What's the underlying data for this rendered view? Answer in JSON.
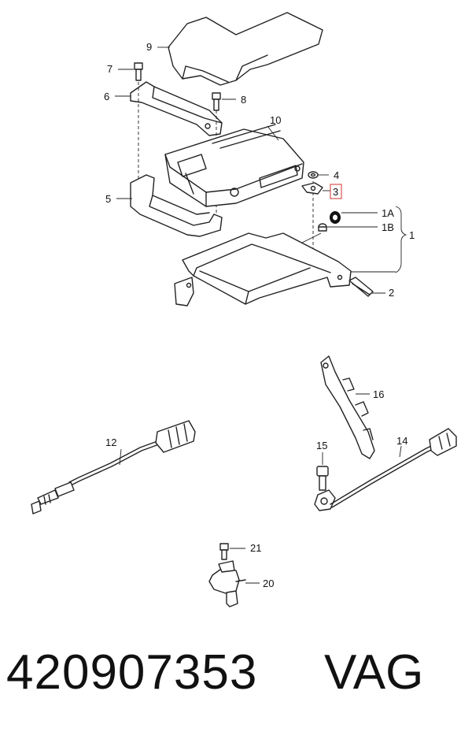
{
  "labels": {
    "l9": "9",
    "l7": "7",
    "l6": "6",
    "l8": "8",
    "l10": "10",
    "l4": "4",
    "l3": "3",
    "l5": "5",
    "l1a": "1A",
    "l1b": "1B",
    "l1": "1",
    "l2": "2",
    "l16": "16",
    "l12": "12",
    "l15": "15",
    "l14": "14",
    "l21": "21",
    "l20": "20"
  },
  "highlight_color": "#d9534f",
  "footer": {
    "part_number": "420907353",
    "brand": "VAG"
  }
}
